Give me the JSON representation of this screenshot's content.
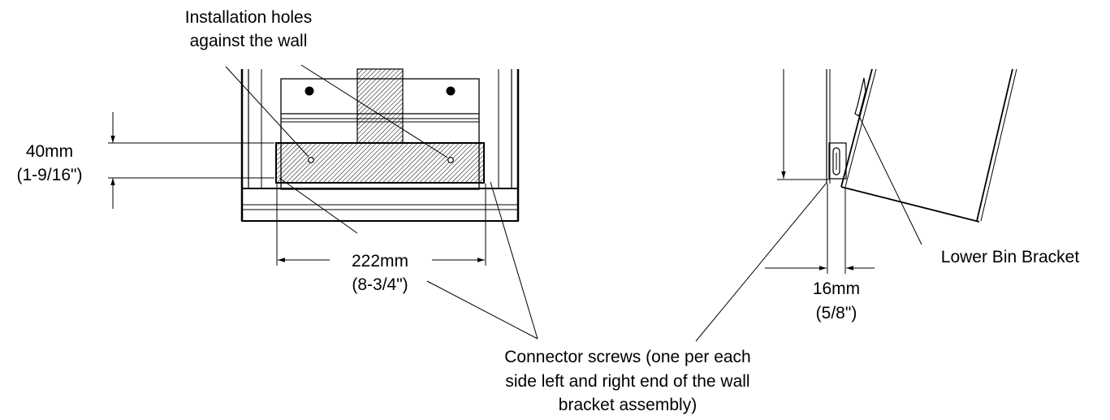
{
  "labels": {
    "installation_holes_line1": "Installation holes",
    "installation_holes_line2": "against the wall",
    "height_mm": "40mm",
    "height_in": "(1-9/16\")",
    "width_mm": "222mm",
    "width_in": "(8-3/4\")",
    "offset_mm": "16mm",
    "offset_in": "(5/8\")",
    "lower_bin_bracket": "Lower Bin Bracket",
    "connector_line1": "Connector screws (one per each",
    "connector_line2": "side left and right end of the wall",
    "connector_line3": "bracket assembly)"
  },
  "colors": {
    "stroke": "#000000",
    "background": "#ffffff"
  }
}
